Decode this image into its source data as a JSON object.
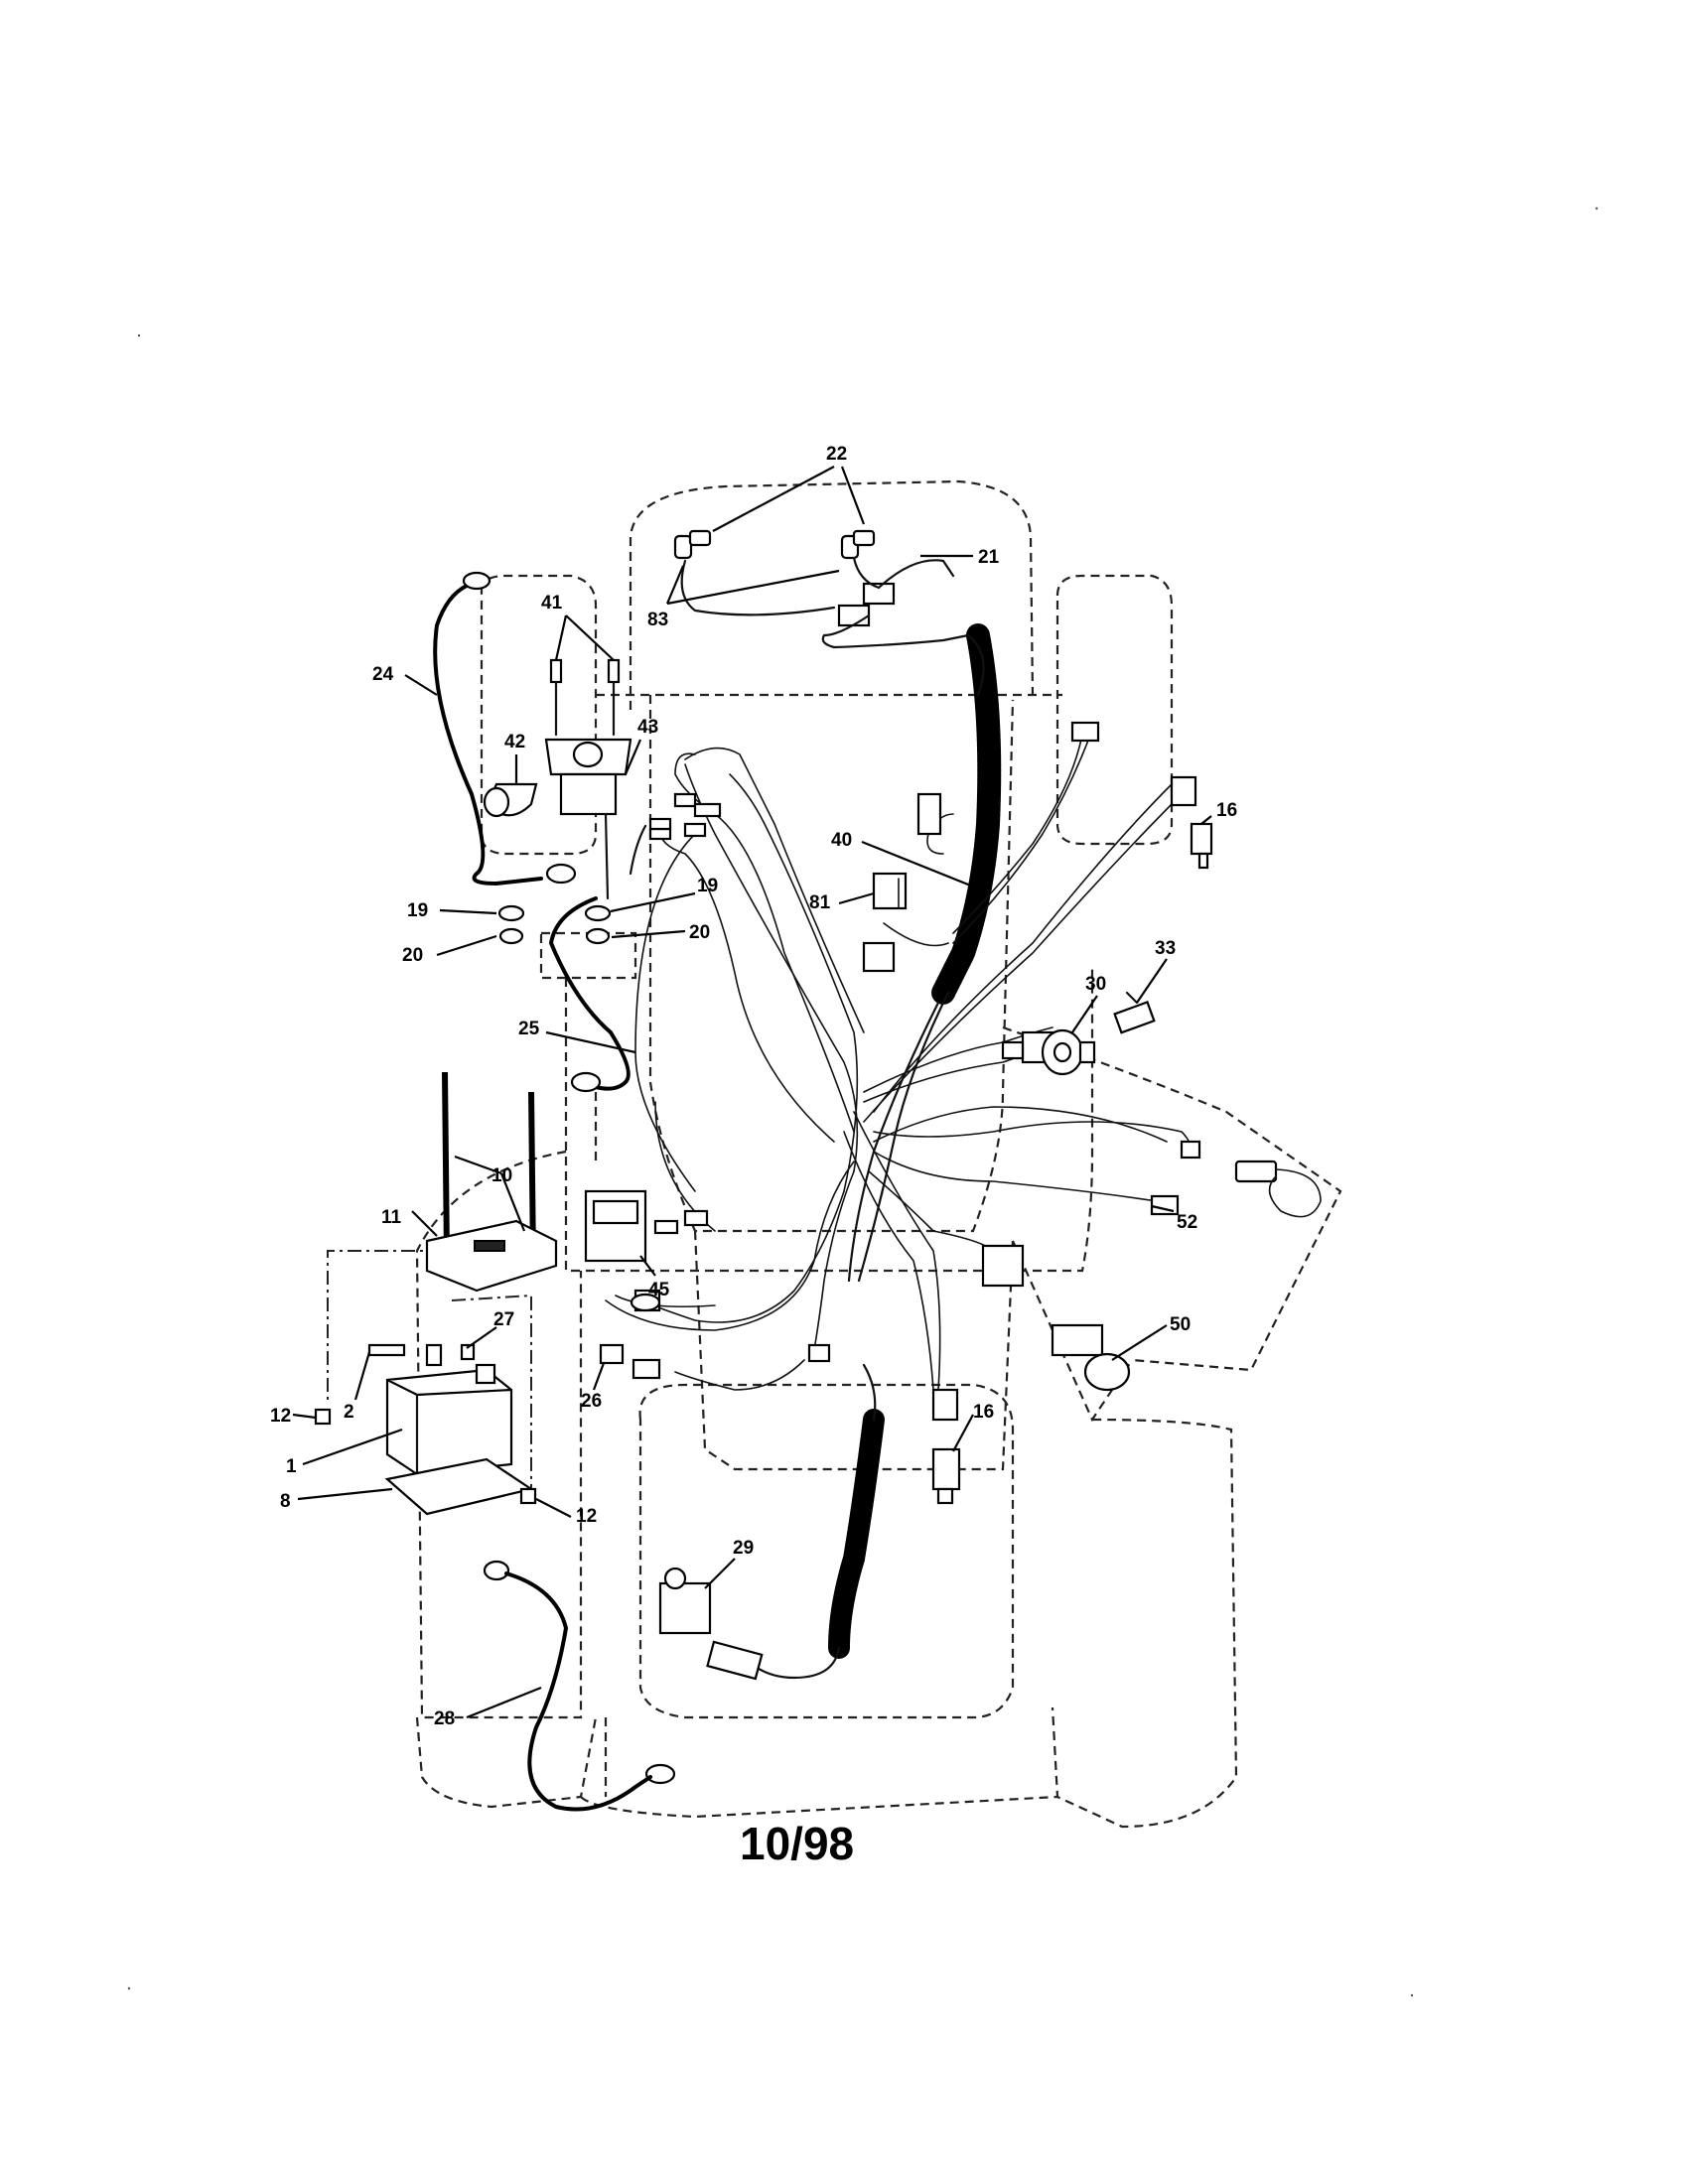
{
  "diagram": {
    "date_code": "10/98",
    "callouts": [
      {
        "id": "c22",
        "label": "22"
      },
      {
        "id": "c21",
        "label": "21"
      },
      {
        "id": "c83",
        "label": "83"
      },
      {
        "id": "c41",
        "label": "41"
      },
      {
        "id": "c43",
        "label": "43"
      },
      {
        "id": "c24",
        "label": "24"
      },
      {
        "id": "c42",
        "label": "42"
      },
      {
        "id": "c16a",
        "label": "16"
      },
      {
        "id": "c40",
        "label": "40"
      },
      {
        "id": "c81",
        "label": "81"
      },
      {
        "id": "c19a",
        "label": "19"
      },
      {
        "id": "c19b",
        "label": "19"
      },
      {
        "id": "c20a",
        "label": "20"
      },
      {
        "id": "c20b",
        "label": "20"
      },
      {
        "id": "c33",
        "label": "33"
      },
      {
        "id": "c30",
        "label": "30"
      },
      {
        "id": "c25",
        "label": "25"
      },
      {
        "id": "c10",
        "label": "10"
      },
      {
        "id": "c11",
        "label": "11"
      },
      {
        "id": "c52",
        "label": "52"
      },
      {
        "id": "c45",
        "label": "45"
      },
      {
        "id": "c27",
        "label": "27"
      },
      {
        "id": "c50",
        "label": "50"
      },
      {
        "id": "c12a",
        "label": "12"
      },
      {
        "id": "c2",
        "label": "2"
      },
      {
        "id": "c26",
        "label": "26"
      },
      {
        "id": "c16b",
        "label": "16"
      },
      {
        "id": "c1",
        "label": "1"
      },
      {
        "id": "c8",
        "label": "8"
      },
      {
        "id": "c12b",
        "label": "12"
      },
      {
        "id": "c29",
        "label": "29"
      },
      {
        "id": "c28",
        "label": "28"
      }
    ]
  }
}
